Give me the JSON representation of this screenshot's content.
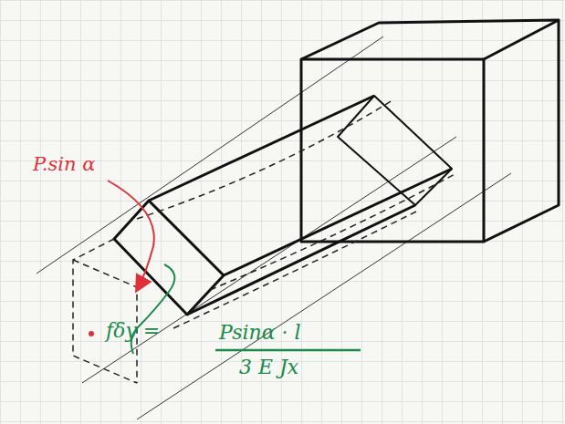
{
  "diagram": {
    "labels": [
      "P.sin α",
      "fδy =",
      "Psinα · l",
      "3 E Jx"
    ]
  }
}
